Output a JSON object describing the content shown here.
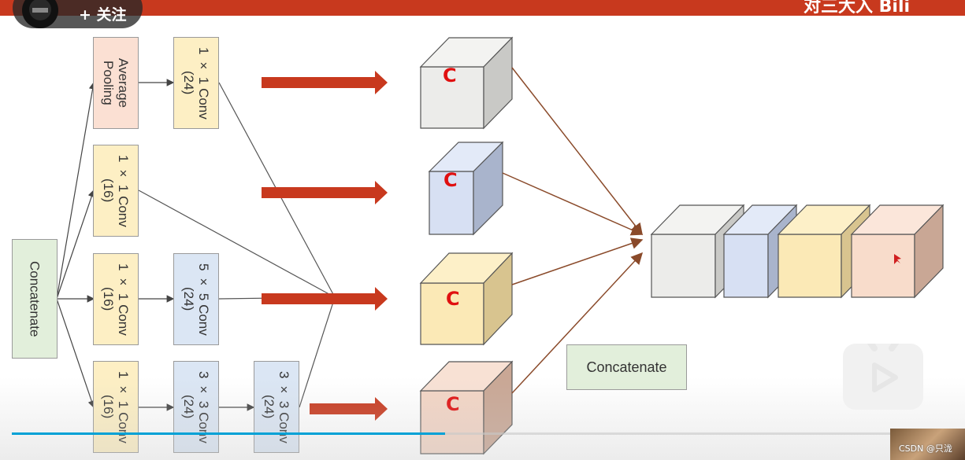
{
  "header": {
    "follow_label": "+ 关注",
    "right_text": "对三大入 Bili"
  },
  "diagram": {
    "left_concat": "Concatenate",
    "branch1": {
      "pool": "Average\nPooling",
      "conv": "1 × 1 Conv\n(24)"
    },
    "branch2": {
      "conv": "1 × 1 Conv\n(16)"
    },
    "branch3": {
      "conv1": "1 × 1 Conv\n(16)",
      "conv2": "5 × 5 Conv\n(24)"
    },
    "branch4": {
      "conv1": "1 × 1 Conv\n(16)",
      "conv2": "3 × 3 Conv\n(24)",
      "conv3": "3 × 3 Conv\n(24)"
    },
    "bottom_concat": "Concatenate",
    "cube_marks": [
      "C",
      "C",
      "C",
      "C"
    ]
  },
  "player": {
    "progress": 0.46
  },
  "watermark": "CSDN @只泷",
  "colors": {
    "topbar": "#c8391e",
    "arrow": "#c8391e",
    "connector": "#8a4a2a",
    "progress": "#00a1d6"
  }
}
